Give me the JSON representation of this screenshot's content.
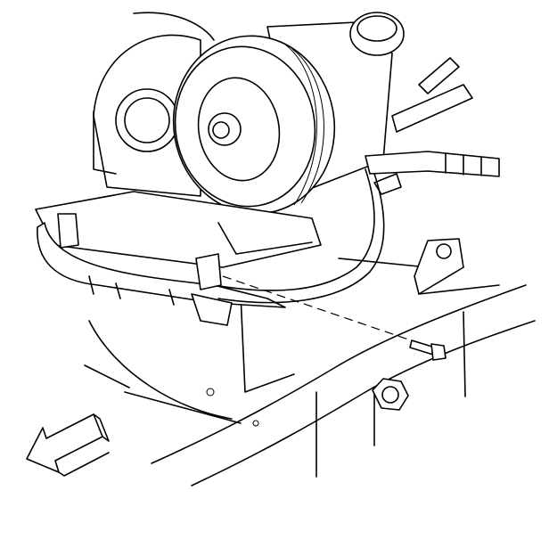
{
  "diagram": {
    "kind": "line-art illustration",
    "colors": {
      "line": "#000000",
      "background": "#ffffff"
    },
    "parts": [
      "power-steering-pump",
      "pump-pulley",
      "fluid-reservoir",
      "mounting-bracket",
      "wiring-harness",
      "hoses",
      "bolt",
      "nut",
      "frame-rail",
      "direction-arrow"
    ]
  }
}
